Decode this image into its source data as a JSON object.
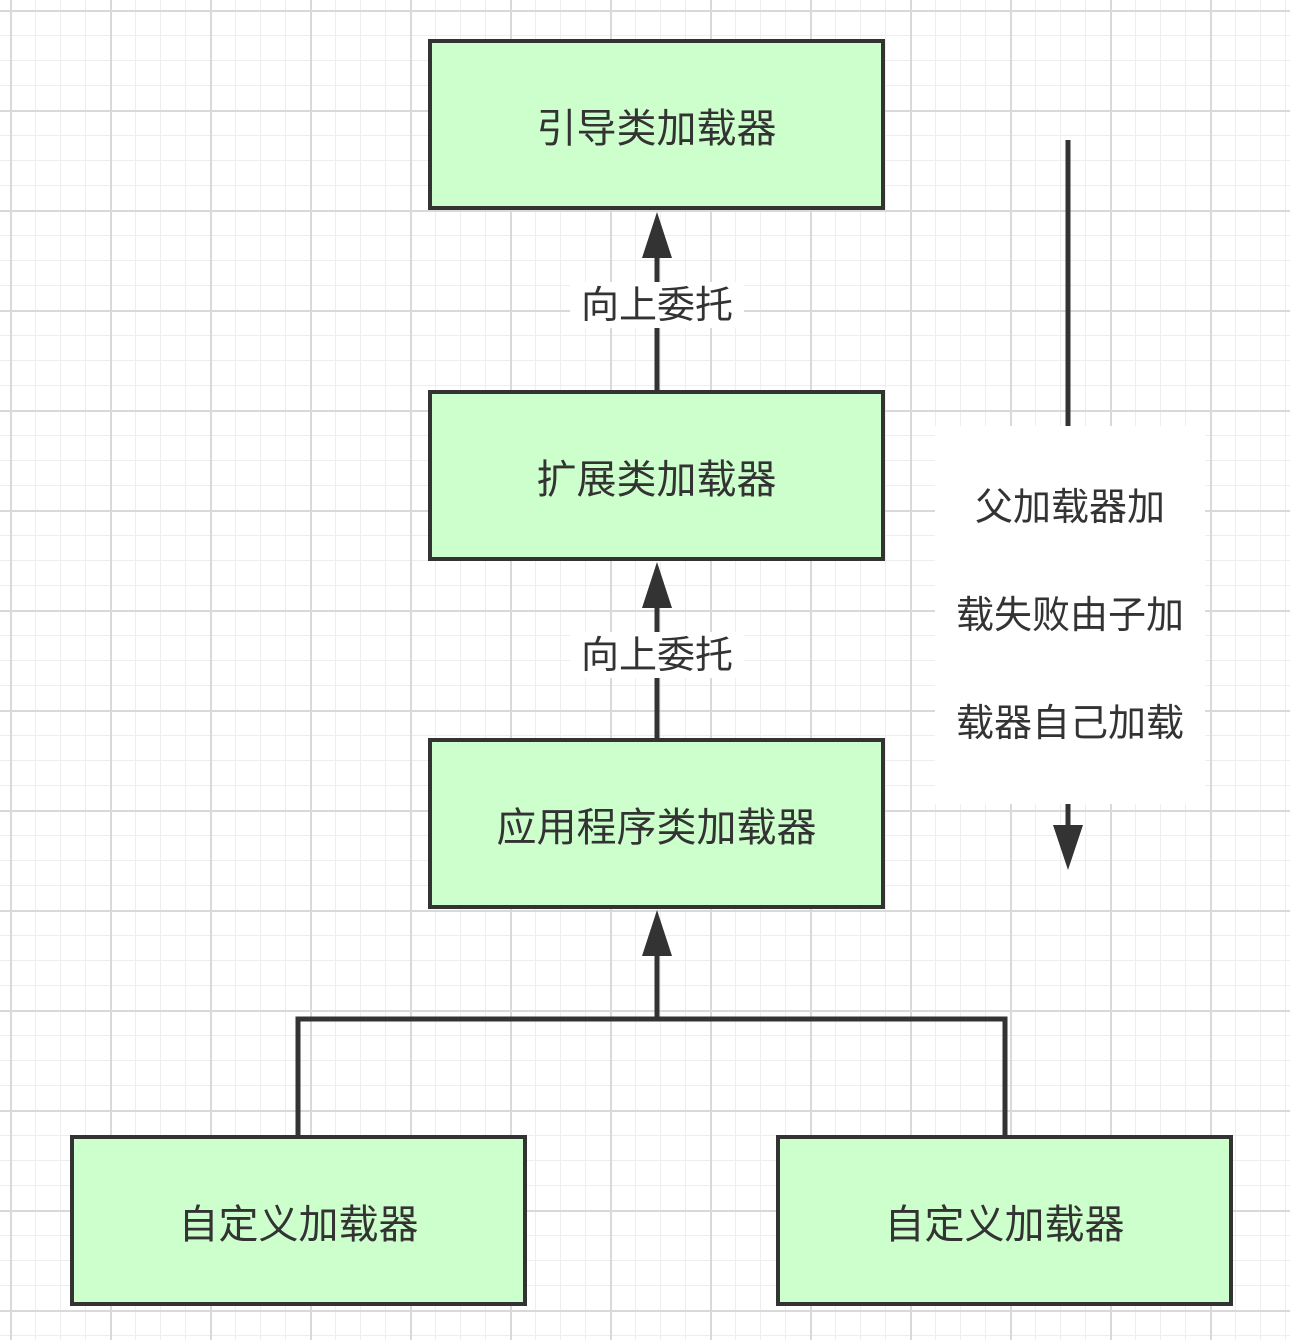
{
  "nodes": {
    "bootstrap": "引导类加载器",
    "extension": "扩展类加载器",
    "application": "应用程序类加载器",
    "custom_left": "自定义加载器",
    "custom_right": "自定义加载器"
  },
  "edges": {
    "delegate_top": "向上委托",
    "delegate_middle": "向上委托"
  },
  "side_note": {
    "line1": "父加载器加",
    "line2": "载失败由子加",
    "line3": "载器自己加载"
  },
  "colors": {
    "node_fill": "#ccffcc",
    "stroke": "#333333",
    "background": "#ffffff",
    "grid": "#d9d9d9"
  }
}
